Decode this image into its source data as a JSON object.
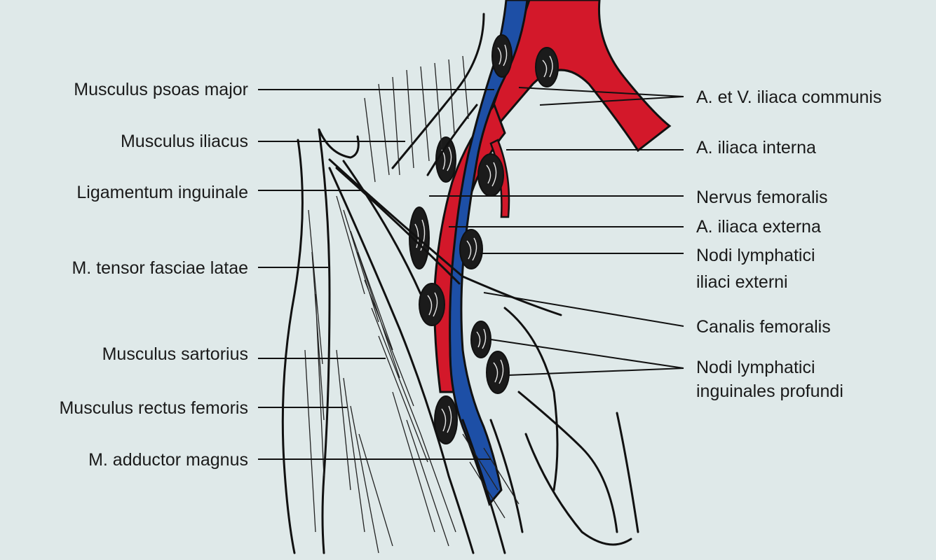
{
  "labels_left": [
    {
      "id": "psoas",
      "text": "Musculus psoas major"
    },
    {
      "id": "iliacus",
      "text": "Musculus iliacus"
    },
    {
      "id": "inguinale",
      "text": "Ligamentum inguinale"
    },
    {
      "id": "tensor",
      "text": "M. tensor fasciae latae"
    },
    {
      "id": "sartorius",
      "text": "Musculus sartorius"
    },
    {
      "id": "rectus",
      "text": "Musculus rectus femoris"
    },
    {
      "id": "adductor",
      "text": "M. adductor magnus"
    }
  ],
  "labels_right": [
    {
      "id": "communis",
      "lines": [
        "A. et V. iliaca communis"
      ]
    },
    {
      "id": "interna",
      "lines": [
        "A. iliaca interna"
      ]
    },
    {
      "id": "femoralis-n",
      "lines": [
        "Nervus femoralis"
      ]
    },
    {
      "id": "externa",
      "lines": [
        "A. iliaca externa"
      ]
    },
    {
      "id": "nodi-ext",
      "lines": [
        "Nodi lymphatici",
        "iliaci externi"
      ]
    },
    {
      "id": "canalis",
      "lines": [
        "Canalis femoralis"
      ]
    },
    {
      "id": "nodi-ing",
      "lines": [
        "Nodi lymphatici",
        "inguinales profundi"
      ]
    }
  ],
  "colors": {
    "background": "#dfe9e9",
    "artery": "#d3182a",
    "vein": "#1d4fa6",
    "outline": "#111111"
  }
}
